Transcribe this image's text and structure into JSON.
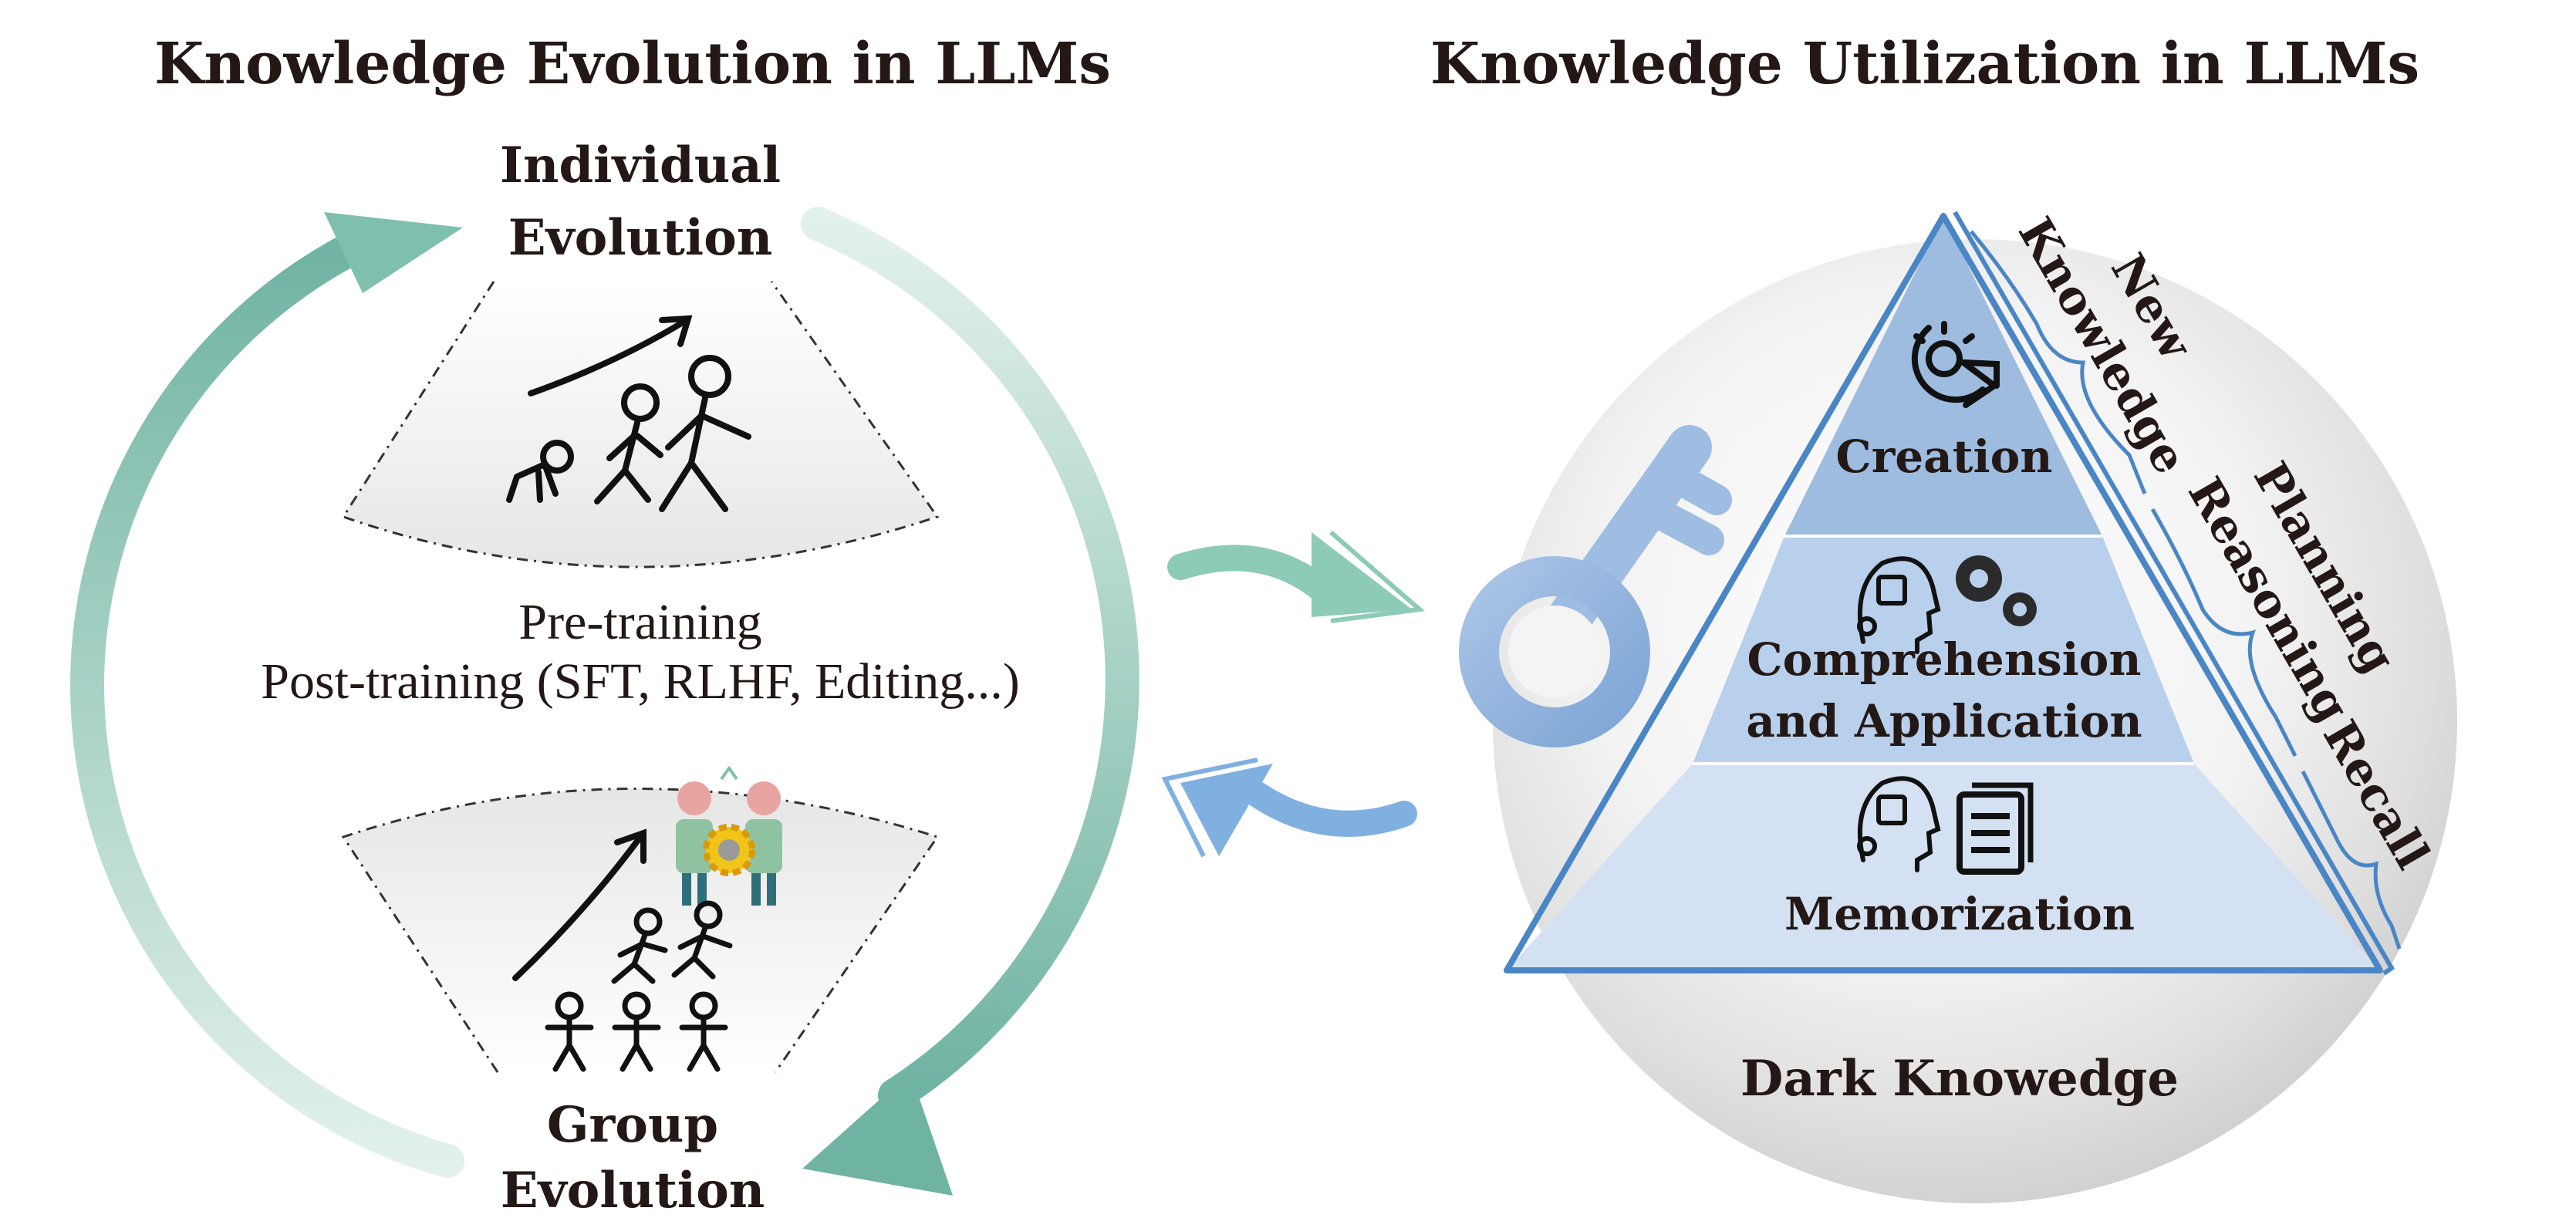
{
  "left": {
    "title": "Knowledge Evolution in LLMs",
    "individual": {
      "line1": "Individual",
      "line2": "Evolution"
    },
    "group": {
      "line1": "Group",
      "line2": "Evolution"
    },
    "methods": {
      "line1": "Pre-training",
      "line2": "Post-training (SFT, RLHF, Editing...)"
    }
  },
  "right": {
    "title": "Knowledge Utilization in LLMs",
    "pyramid": {
      "top": "Creation",
      "middle_line1": "Comprehension",
      "middle_line2": "and Application",
      "bottom": "Memorization"
    },
    "side_labels": {
      "new_knowledge_1": "New",
      "new_knowledge_2": "Knowledge",
      "planning": "Planning",
      "reasoning": "Reasoning",
      "recall": "Recall"
    },
    "dark": "Dark Knowedge"
  },
  "colors": {
    "teal": "#7fbfae",
    "teal_light": "#cfe6df",
    "blue": "#6a9fd6",
    "pyramid_top": "#9dbcdf",
    "pyramid_mid": "#b8d0ec",
    "pyramid_bot": "#d4e1f2",
    "pyramid_edge": "#4a86c5"
  }
}
